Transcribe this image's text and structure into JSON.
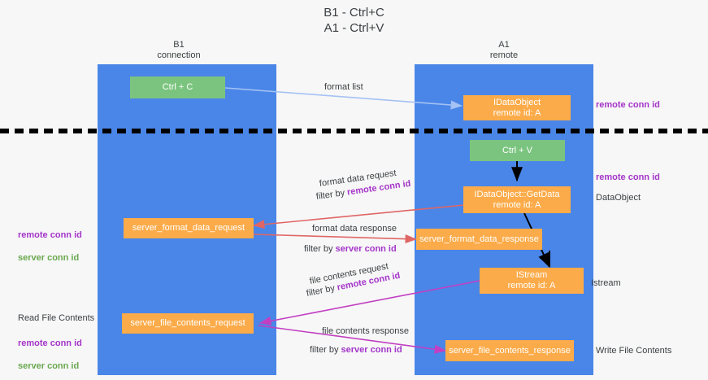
{
  "title": "B1 - Ctrl+C\nA1 - Ctrl+V",
  "colors": {
    "lane": "#4a86e8",
    "node_orange": "#fbab49",
    "node_green": "#7bc47f",
    "remote_conn": "#a435c9",
    "server_conn": "#6aa84f",
    "arrow_format_list": "#a4c2f4",
    "arrow_format_data": "#e06666",
    "arrow_file_contents": "#c23fc2",
    "arrow_black": "#000000",
    "divider": "#000000",
    "background": "#f7f7f7"
  },
  "lanes": [
    {
      "name": "b1",
      "header": "B1\nconnection"
    },
    {
      "name": "a1",
      "header": "A1\nremote"
    }
  ],
  "nodes": {
    "ctrl_c": "Ctrl + C",
    "ctrl_v": "Ctrl + V",
    "idataobject": "IDataObject\nremote id: A",
    "idataobject_getdata": "IDataObject::GetData\nremote id: A",
    "istream": "IStream\nremote id: A",
    "server_format_data_request": "server_format_data_request",
    "server_format_data_response": "server_format_data_response",
    "server_file_contents_request": "server_file_contents_request",
    "server_file_contents_response": "server_file_contents_response"
  },
  "side_labels": {
    "data_object": "DataObject",
    "istream": "Istream",
    "write_file_contents": "Write File Contents",
    "read_file_contents": "Read File Contents"
  },
  "conn_labels": {
    "top_right": "remote conn id",
    "getdata_right": "remote conn id",
    "left_format": "remote conn id\nserver conn id",
    "left_file": "remote conn id\nserver conn id"
  },
  "edges": [
    {
      "name": "format-list",
      "text": "format list"
    },
    {
      "name": "format-data-request",
      "line1": "format data request",
      "line2_prefix": "filter by ",
      "line2_key": "remote conn id"
    },
    {
      "name": "format-data-response",
      "line1": "format data response",
      "line2_prefix": "filter by ",
      "line2_key": "server conn id"
    },
    {
      "name": "file-contents-request",
      "line1": "file contents request",
      "line2_prefix": "filter by ",
      "line2_key": "remote conn id"
    },
    {
      "name": "file-contents-response",
      "line1": "file contents response",
      "line2_prefix": "filter by ",
      "line2_key": "server conn id"
    }
  ]
}
